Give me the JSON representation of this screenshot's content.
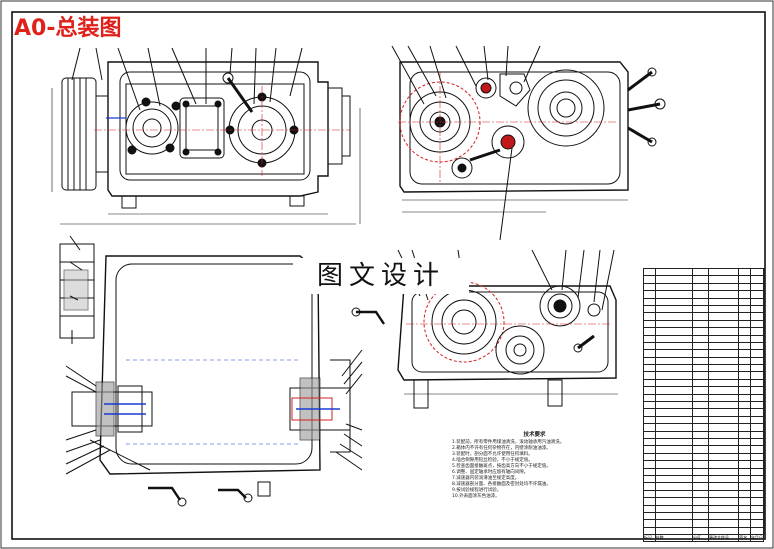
{
  "drawing": {
    "title_label": "A0-总装图",
    "watermark": "图文设计",
    "notes_title": "技术要求",
    "notes": [
      "1.装配前，所有零件用煤油清洗，滚动轴承用汽油清洗。",
      "2.箱体内不许有任何杂物存在，内壁涂耐油油漆。",
      "3.装配时，剖分面不允许使用任何填料。",
      "4.啮合侧隙用铅丝检验，不小于规定值。",
      "5.检查齿面接触斑点，按齿高方向不小于规定值。",
      "6.调整、固定轴承时应留有轴向间隙。",
      "7.减速器内装润滑油至规定高度。",
      "8.减速器剖分面、各接触面及密封处均不许漏油。",
      "9.按试验规程进行试验。",
      "10.外表面涂灰色油漆。"
    ]
  },
  "title_block": {
    "rows": 36,
    "bottom_labels": [
      "标记",
      "处数",
      "分区",
      "更改文件号",
      "签名",
      "年月日"
    ]
  },
  "colors": {
    "line": "#111111",
    "red_label": "#e0201a",
    "hidden": "#1a3bd6",
    "center_red": "#d42020"
  }
}
